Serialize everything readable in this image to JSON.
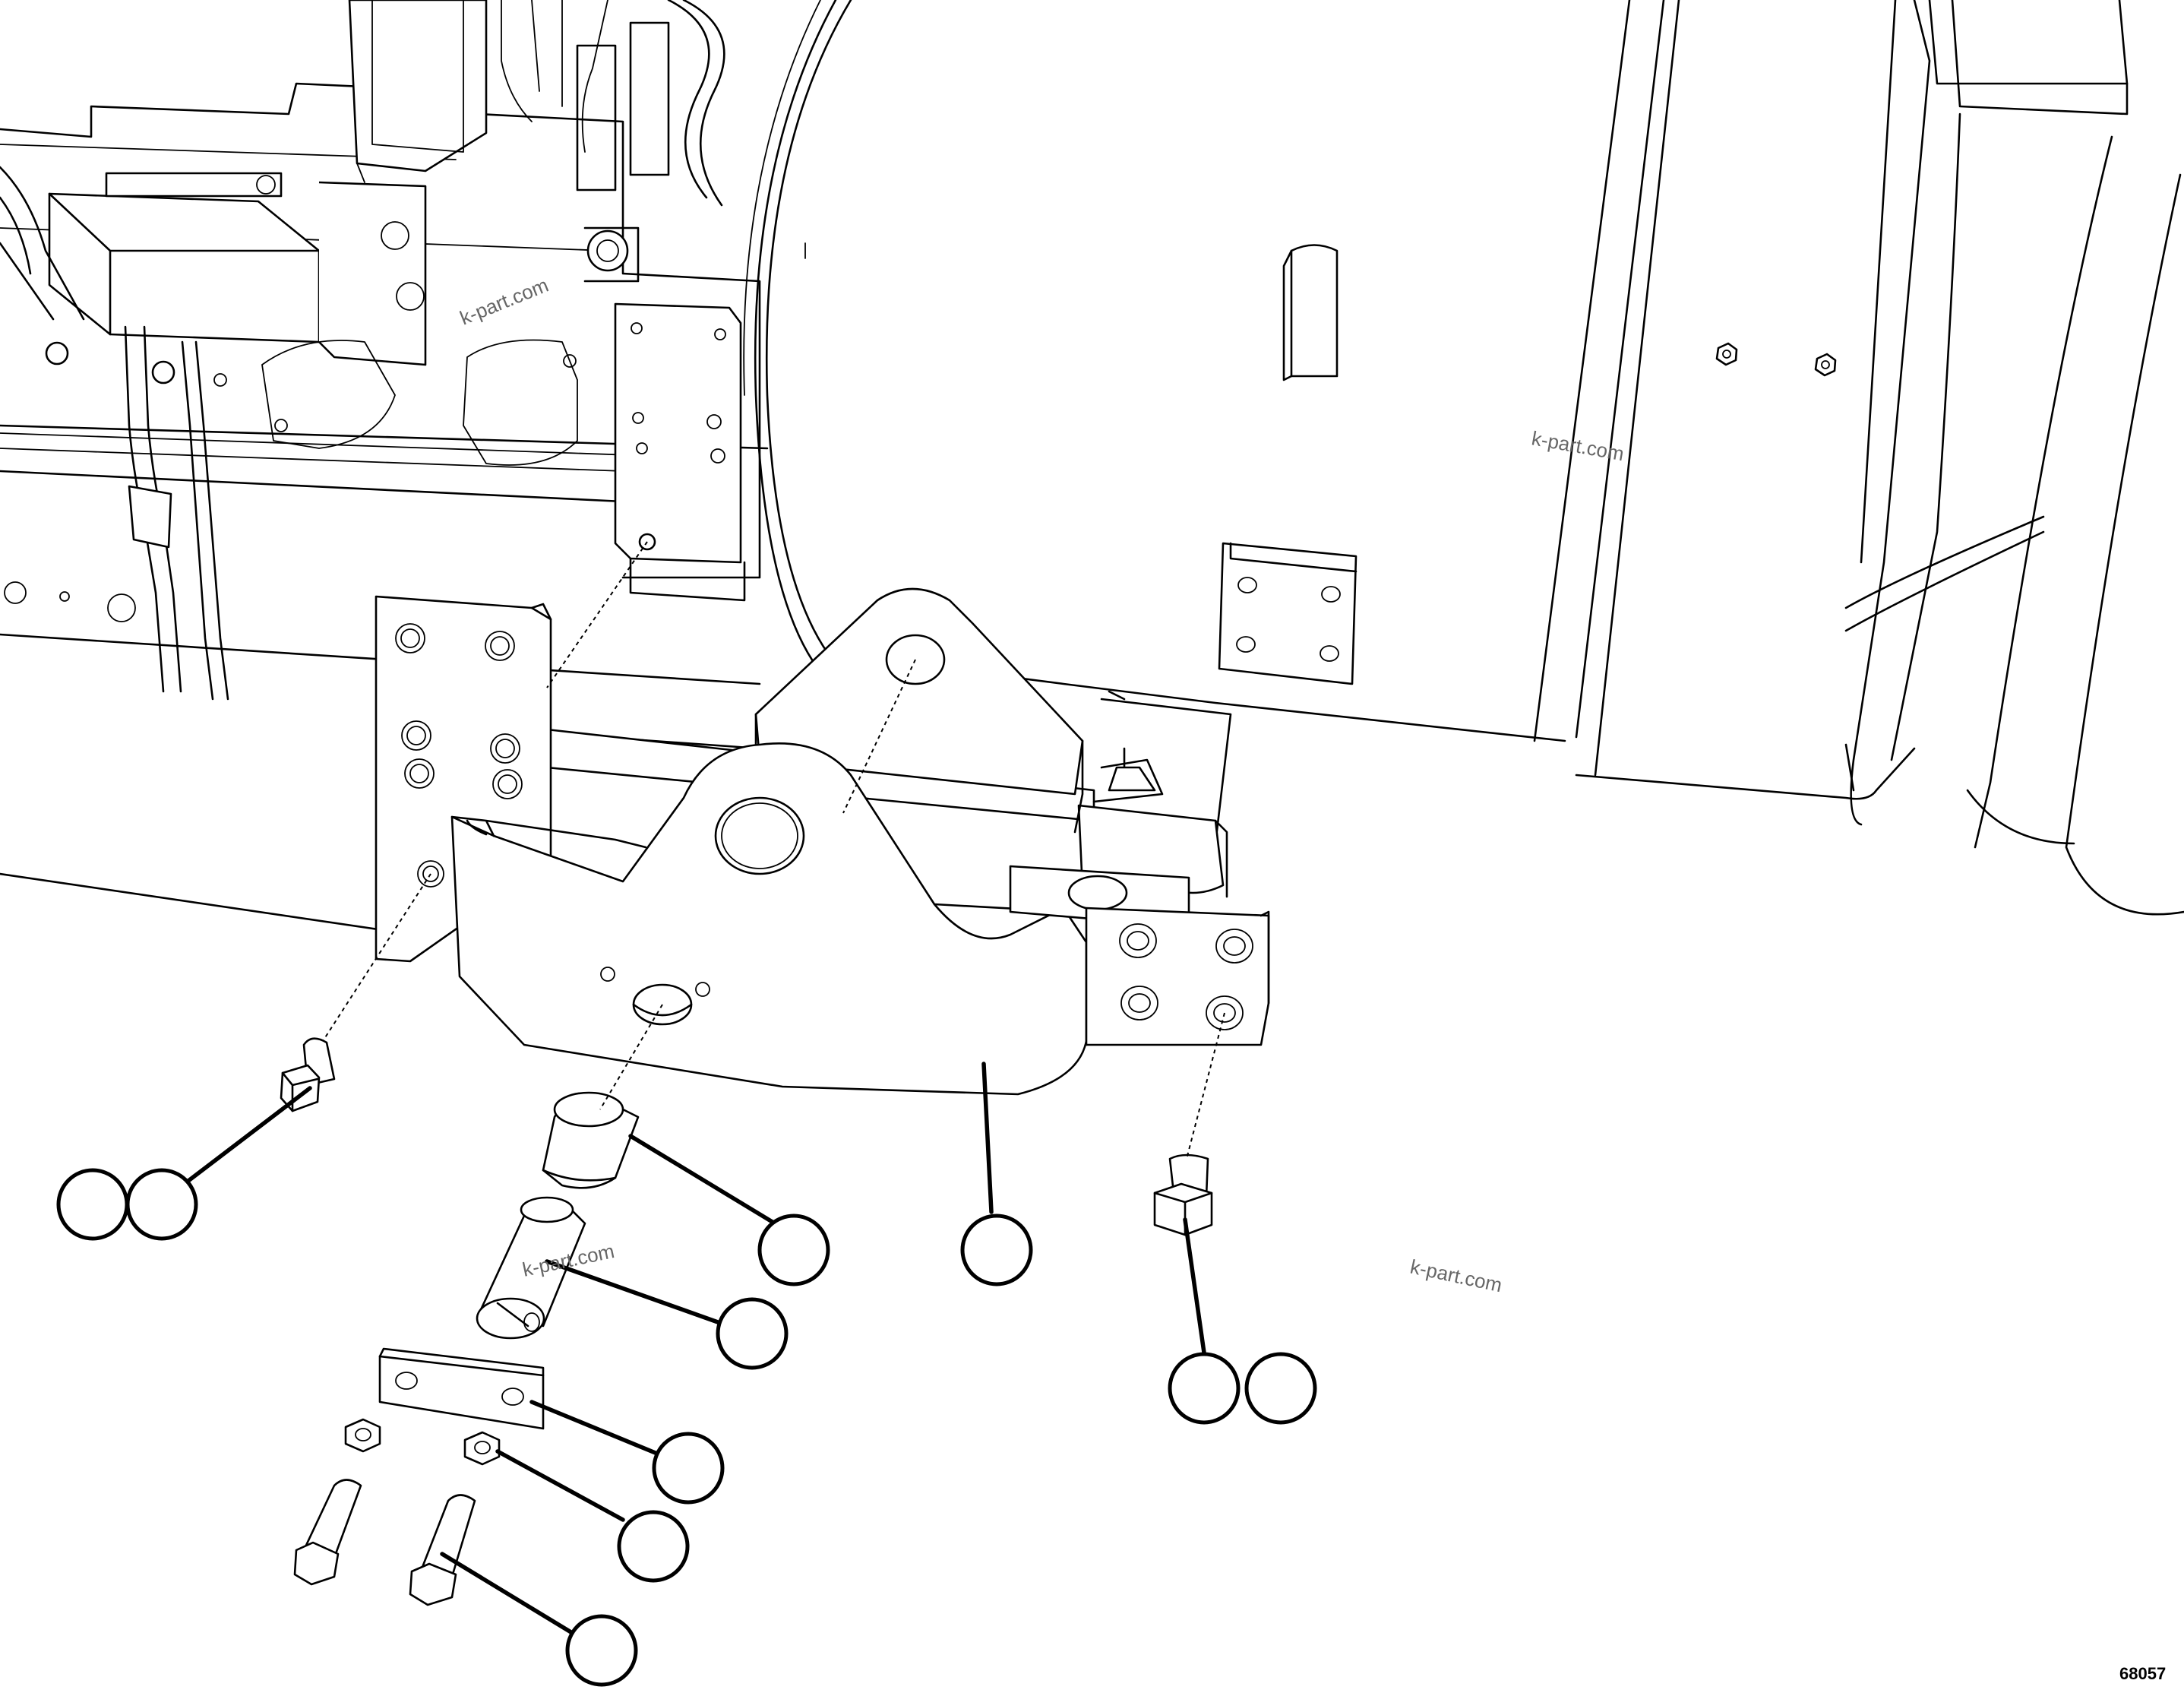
{
  "figure": {
    "number": "68057"
  },
  "watermarks": [
    "k-part.com",
    "k-part.com",
    "k-part.com",
    "k-part.com"
  ],
  "callouts": [
    "",
    "",
    "",
    "",
    "",
    "",
    "",
    "",
    "",
    "",
    "",
    ""
  ],
  "colors": {
    "line": "#000000",
    "background": "#ffffff",
    "watermark": "#666666"
  }
}
